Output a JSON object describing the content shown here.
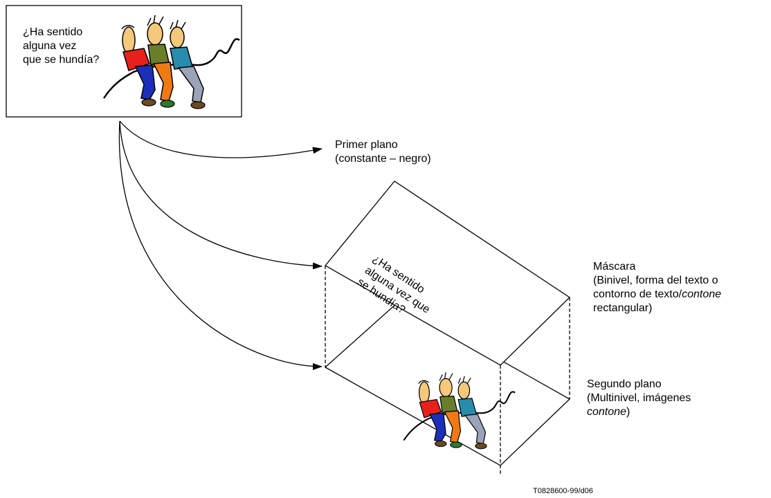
{
  "source_image": {
    "text_lines": [
      "¿Ha sentido",
      "alguna vez",
      "que se hundía?"
    ]
  },
  "mask_layer": {
    "text_lines": [
      "¿Ha sentido",
      "alguna vez que",
      "se hundía?"
    ]
  },
  "labels": {
    "foreground": {
      "line1": "Primer plano",
      "line2": "(constante – negro)"
    },
    "mask": {
      "line1": "Máscara",
      "line2": "(Binivel, forma del texto o",
      "line3_start": "contorno de texto/",
      "line3_italic": "contone",
      "line4": "rectangular)"
    },
    "background": {
      "line1": "Segundo plano",
      "line2": "(Multinivel, imágenes",
      "line3_italic": "contone",
      "line3_end": ")"
    }
  },
  "figure_id": "T0828600-99/d06",
  "colors": {
    "stroke": "#000000",
    "shirt_red": "#e8201c",
    "shirt_green": "#6a7d2a",
    "shirt_teal": "#2a8cac",
    "pants_blue": "#1c2fb8",
    "pants_orange": "#f07a12",
    "pants_gray": "#9aa3b8",
    "skin": "#f5c87a",
    "shoe_brown": "#6b4a20",
    "shoe_green": "#2a7a2a"
  }
}
